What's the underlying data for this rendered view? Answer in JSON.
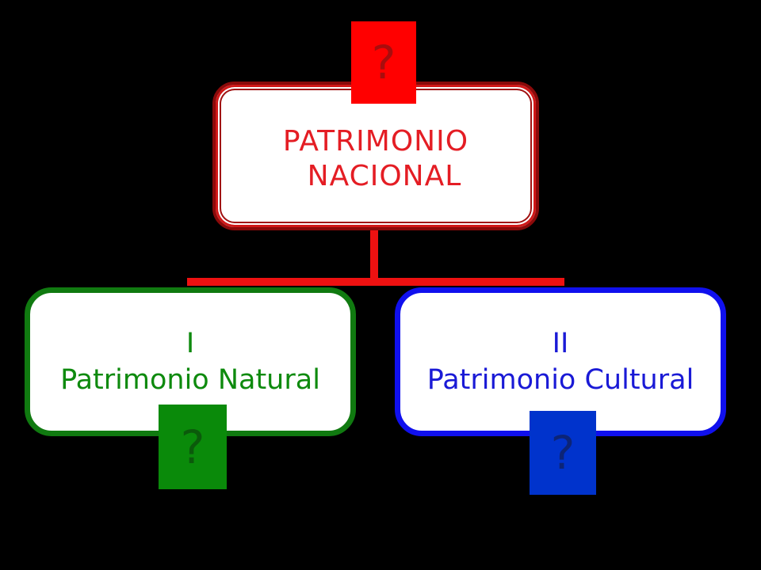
{
  "diagram": {
    "root": {
      "line1": "PATRIMONIO",
      "line2": "NACIONAL",
      "badge": "?"
    },
    "children": [
      {
        "line1": "I",
        "line2": "Patrimonio Natural",
        "badge": "?",
        "color": "#0e8a0e"
      },
      {
        "line1": "II",
        "line2": "Patrimonio Cultural",
        "badge": "?",
        "color": "#1a1ad6"
      }
    ]
  },
  "colors": {
    "background": "#000000",
    "root_accent": "#e41d24",
    "connector": "#ee1111",
    "natural_accent": "#107a10",
    "cultural_accent": "#1010ee"
  }
}
